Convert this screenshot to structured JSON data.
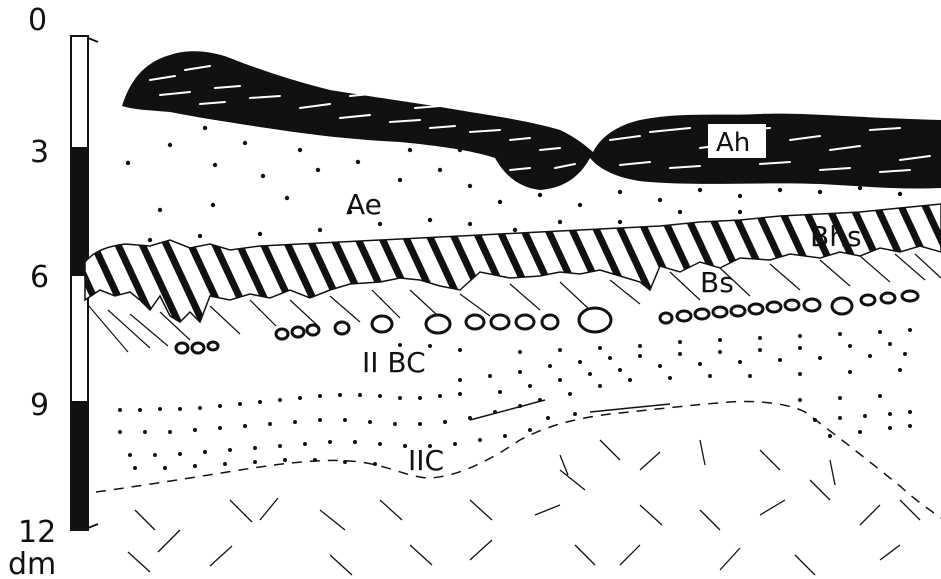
{
  "scale": {
    "ticks": [
      "0",
      "3",
      "6",
      "9",
      "12"
    ],
    "unit": "dm",
    "segments": [
      "white",
      "black",
      "white",
      "black"
    ]
  },
  "horizons": {
    "ah": "Ah",
    "ae": "Ae",
    "bhs": "Bhs",
    "bs": "Bs",
    "iibc": "II BC",
    "iic": "IIC"
  },
  "colors": {
    "ink": "#111111",
    "paper": "#ffffff"
  }
}
